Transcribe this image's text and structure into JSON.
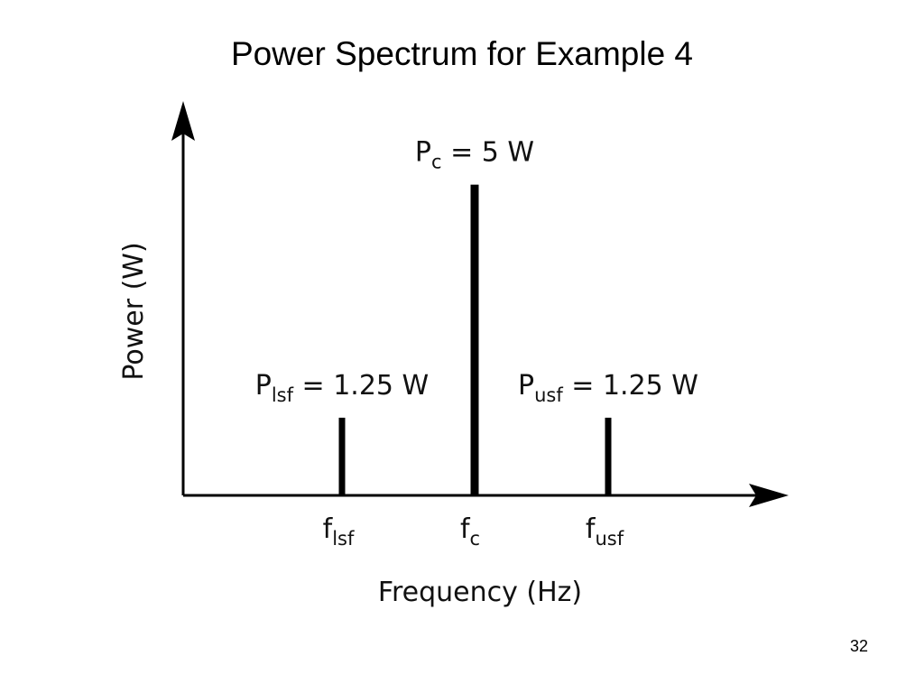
{
  "slide": {
    "title": "Power Spectrum for Example 4",
    "page_number": "32"
  },
  "chart_data": {
    "type": "bar",
    "title": "",
    "xlabel": "Frequency (Hz)",
    "ylabel": "Power (W)",
    "categories": [
      {
        "main": "f",
        "sub": "lsf"
      },
      {
        "main": "f",
        "sub": "c"
      },
      {
        "main": "f",
        "sub": "usf"
      }
    ],
    "values": [
      1.25,
      5,
      1.25
    ],
    "data_labels": [
      {
        "main": "P",
        "sub": "lsf",
        "rest": " = 1.25 W"
      },
      {
        "main": "P",
        "sub": "c",
        "rest": " = 5 W"
      },
      {
        "main": "P",
        "sub": "usf",
        "rest": " = 1.25 W"
      }
    ],
    "ylim": [
      0,
      6.2
    ],
    "grid": false,
    "legend": "none",
    "bar_color": "#000000"
  }
}
